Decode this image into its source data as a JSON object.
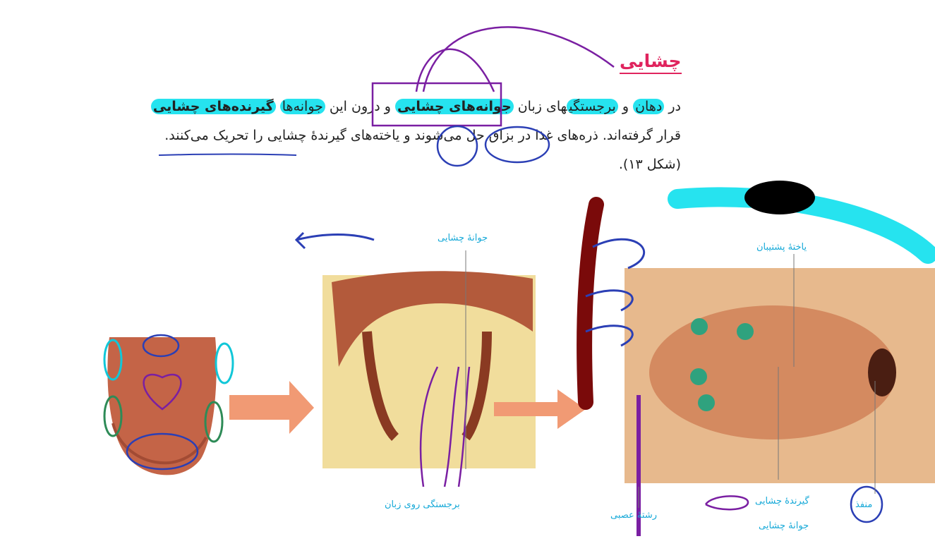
{
  "title": "چشایی",
  "paragraph": {
    "line1": {
      "part_a": "در ",
      "word_dahan": "دهان",
      "part_b": " و ",
      "word_barjastegi": "برجستگی",
      "part_c": "های زبان ",
      "word_javaneh": "جوانه‌های چشایی",
      "part_d": " و درون  این ",
      "word_javaneh2": "جوانه‌ها",
      "part_e": " ",
      "word_girandeh": "گیرنده‌های چشایی"
    },
    "line2": "قرار گرفته‌اند. ذره‌های غذا در بزاق حل می‌شوند و یاخته‌های گیرندهٔ چشایی را تحریک می‌کنند.",
    "line3": "(شکل ۱۳)."
  },
  "labels": {
    "javaneh_top": "جوانهٔ چشایی",
    "barjastegi_zaban": "برجستگی روی زبان",
    "yakhteh_poshtiban": "یاخته‌ٔ پشتیبان",
    "girandeh_chashayi": "گیرندهٔ چشایی",
    "manfaz": "منفذ",
    "reshteh_asabi": "رشتهٔ عصبی",
    "javaneh_bottom": "جوانهٔ چشایی"
  },
  "colors": {
    "heading": "#e0245e",
    "highlight": "#26e3ef",
    "label": "#16a9d8",
    "ink_purple": "#7a1fa2",
    "ink_blue": "#2b3fb5",
    "ink_cyan": "#11c7d8",
    "ink_green": "#2e8b57",
    "dark_red": "#7a0a0a"
  }
}
